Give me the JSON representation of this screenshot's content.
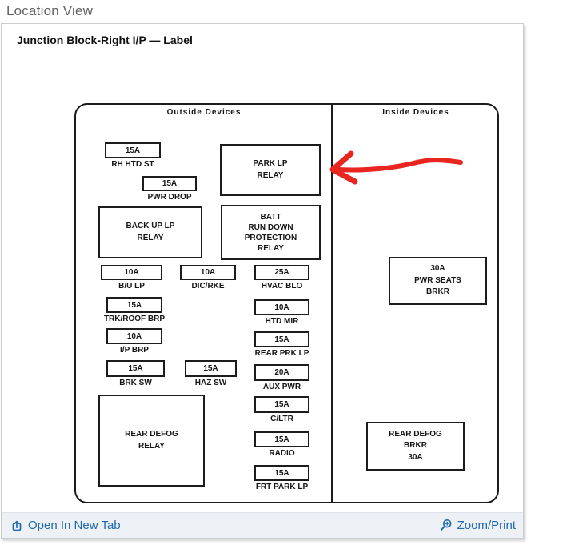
{
  "page": {
    "title": "Location View"
  },
  "panel": {
    "title": "Junction Block-Right I/P — Label"
  },
  "diagram": {
    "sections": {
      "outside": "Outside Devices",
      "inside": "Inside Devices"
    },
    "fuses": {
      "rh_htd_st": {
        "amp": "15A",
        "label": "RH HTD ST"
      },
      "pwr_drop": {
        "amp": "15A",
        "label": "PWR DROP"
      },
      "b_u_lp": {
        "amp": "10A",
        "label": "B/U LP"
      },
      "dic_rke": {
        "amp": "10A",
        "label": "DIC/RKE"
      },
      "hvac_blo": {
        "amp": "25A",
        "label": "HVAC BLO"
      },
      "trk_roof_brp": {
        "amp": "15A",
        "label": "TRK/ROOF BRP"
      },
      "htd_mir": {
        "amp": "10A",
        "label": "HTD MIR"
      },
      "i_p_brp": {
        "amp": "10A",
        "label": "I/P BRP"
      },
      "rear_prk_lp": {
        "amp": "15A",
        "label": "REAR PRK LP"
      },
      "brk_sw": {
        "amp": "15A",
        "label": "BRK SW"
      },
      "haz_sw": {
        "amp": "15A",
        "label": "HAZ SW"
      },
      "aux_pwr": {
        "amp": "20A",
        "label": "AUX PWR"
      },
      "c_ltr": {
        "amp": "15A",
        "label": "C/LTR"
      },
      "radio": {
        "amp": "15A",
        "label": "RADIO"
      },
      "frt_park_lp": {
        "amp": "15A",
        "label": "FRT PARK LP"
      }
    },
    "relays": {
      "park_lp": "PARK LP\nRELAY",
      "back_up_lp": "BACK UP LP\nRELAY",
      "batt_run_down": "BATT\nRUN DOWN\nPROTECTION\nRELAY",
      "rear_defog": "REAR DEFOG\nRELAY",
      "pwr_seats_brkr": "30A\nPWR SEATS\nBRKR",
      "rear_defog_brkr": "REAR DEFOG\nBRKR\n30A"
    },
    "annotation": {
      "arrow_color": "#e8251f"
    }
  },
  "footer": {
    "open_link": "Open In New Tab",
    "zoom_link": "Zoom/Print",
    "link_color": "#1e68b0"
  }
}
